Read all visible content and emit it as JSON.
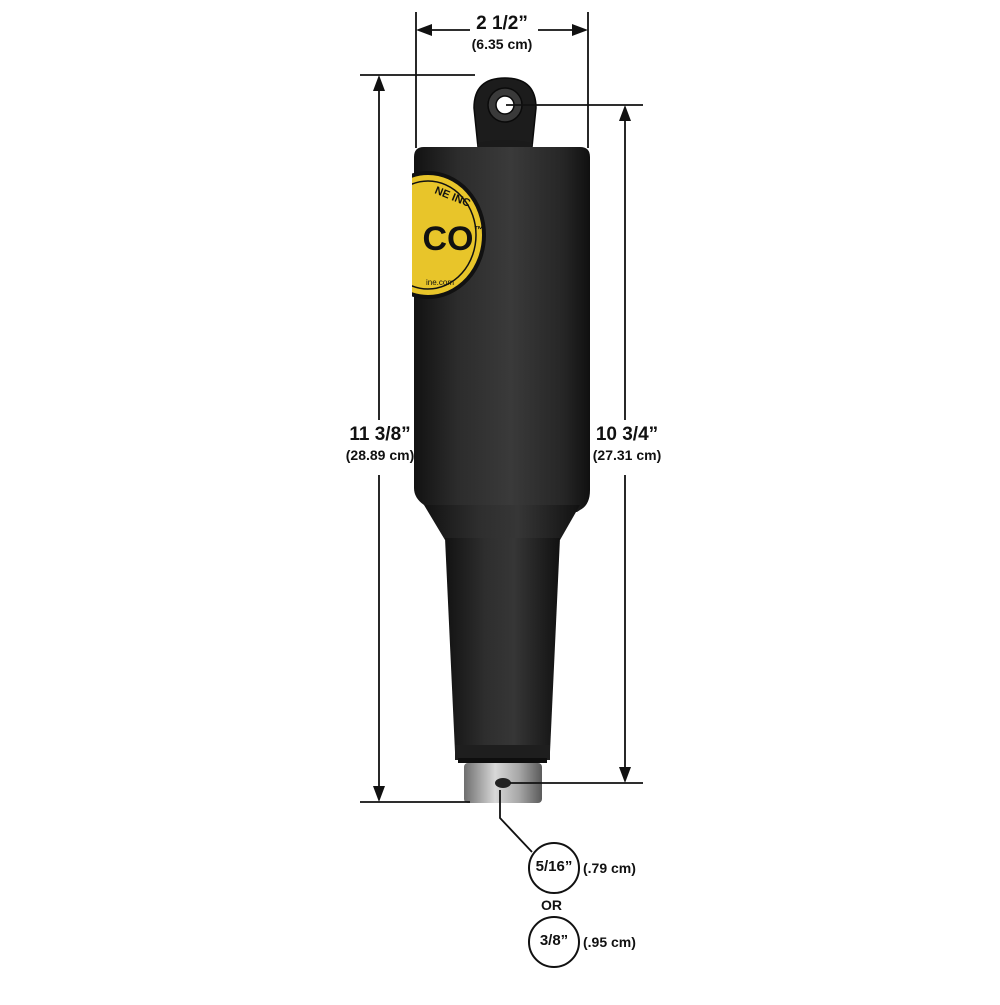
{
  "dimensions": {
    "width": {
      "main": "2 1/2”",
      "sub": "(6.35 cm)"
    },
    "overall_height": {
      "main": "11 3/8”",
      "sub": "(28.89 cm)"
    },
    "center_height": {
      "main": "10 3/4”",
      "sub": "(27.31 cm)"
    },
    "pin_option_1": {
      "frac": "5/16”",
      "sub": "(.79 cm)"
    },
    "pin_option_separator": "OR",
    "pin_option_2": {
      "frac": "3/8”",
      "sub": "(.95 cm)"
    }
  },
  "logo": {
    "brand": "CO",
    "arc_text": "NE INC",
    "url_text": "ine.com",
    "trademark": "™"
  },
  "colors": {
    "body": "#2a2a2a",
    "body_shade": "#161616",
    "logo_fill": "#e8c52a",
    "logo_outline": "#111111",
    "line": "#111111",
    "pin": "#b9b9b9"
  }
}
